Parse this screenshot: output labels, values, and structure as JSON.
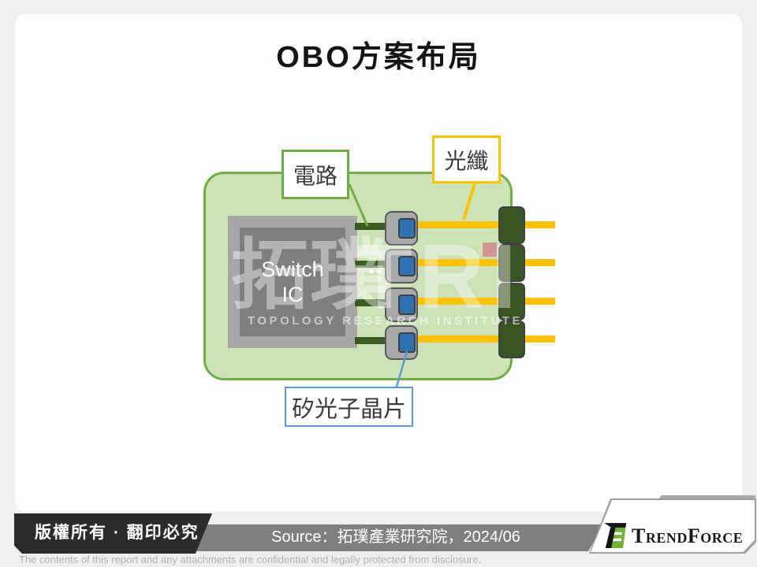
{
  "title": "OBO方案布局",
  "diagram": {
    "switch_ic": {
      "line1": "Switch",
      "line2": "IC"
    },
    "callouts": {
      "circuit": "電路",
      "fiber": "光纖",
      "silicon_photonics": "矽光子晶片"
    },
    "channels": 4
  },
  "watermark": {
    "brand_cjk": "拓璞",
    "brand_abbr": "TRI",
    "brand_full": "TOPOLOGY RESEARCH INSTITUTE"
  },
  "footer": {
    "copyright": "版權所有 · 翻印必究",
    "source": "Source：拓璞產業研究院，2024/06",
    "disclaimer": "The contents of this report and any attachments are confidential and legally protected from disclosure.",
    "brand": "TrendForce"
  },
  "colors": {
    "background": "#efefef",
    "slide": "#fdfdfd",
    "board_fill": "#cbe3b6",
    "green_accent": "#70ad47",
    "trace_green": "#3b5a21",
    "connector_green": "#375422",
    "fiber_yellow": "#ffc000",
    "chip_gray": "#a8a8a8",
    "chip_border": "#595959",
    "ic_outer": "#a6a6a6",
    "ic_inner": "#7f7f7f",
    "chip_blue": "#2e74b5",
    "blue_accent": "#5b9bd5",
    "pink_marker": "#d09694",
    "copyright_bg": "#2b2b2b",
    "source_bg": "#7f7f7f",
    "logo_green": "#6fb434"
  }
}
